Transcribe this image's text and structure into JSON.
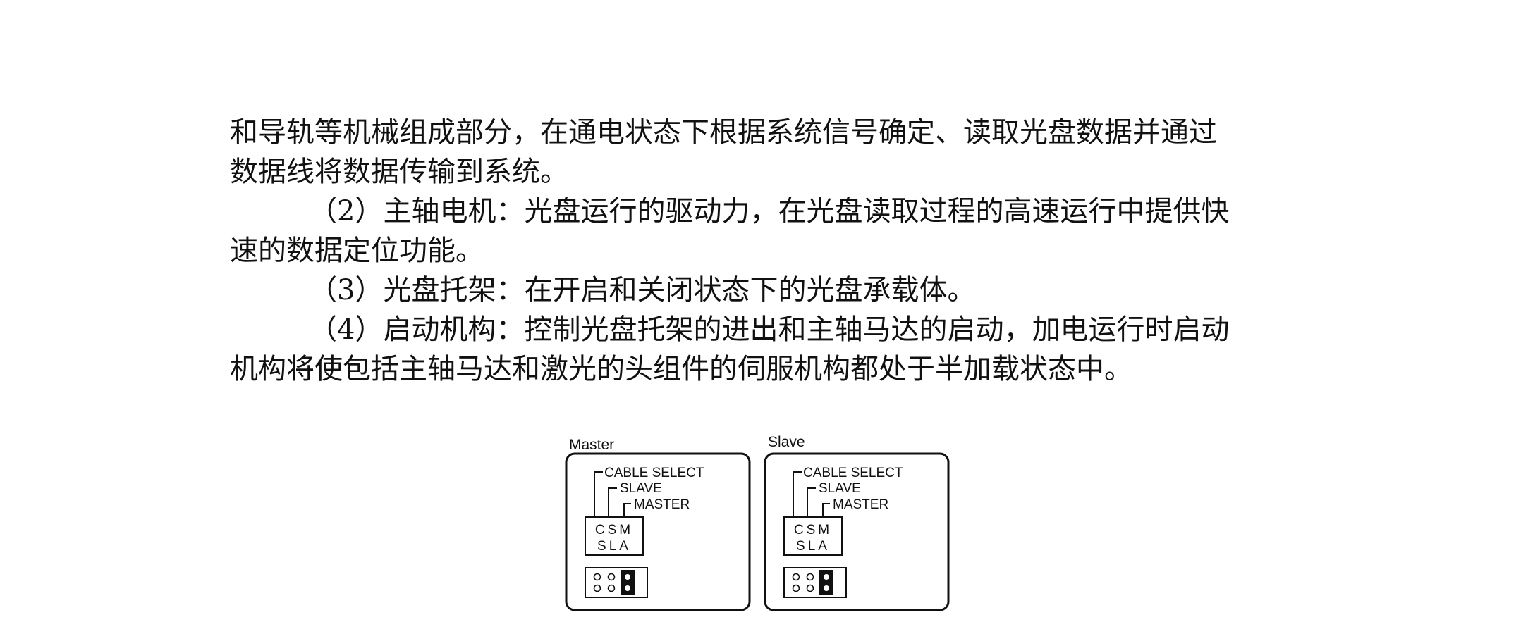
{
  "paragraphs": [
    {
      "lines": [
        "和导轨等机械组成部分，在通电状态下根据系统信号确定、读取光盘数据并通过",
        "数据线将数据传输到系统。"
      ]
    },
    {
      "lines": [
        "（2）主轴电机：光盘运行的驱动力，在光盘读取过程的高速运行中提供快",
        "速的数据定位功能。"
      ]
    },
    {
      "lines": [
        "（3）光盘托架：在开启和关闭状态下的光盘承载体。"
      ]
    },
    {
      "lines": [
        "（4）启动机构：控制光盘托架的进出和主轴马达的启动，加电运行时启动",
        "机构将使包括主轴马达和激光的头组件的伺服机构都处于半加载状态中。"
      ]
    }
  ],
  "figure": {
    "panels": [
      {
        "title": "Master",
        "options": [
          "CABLE SELECT",
          "SLAVE",
          "MASTER"
        ],
        "label_line1": "CSM",
        "label_line2": "SLA"
      },
      {
        "title": "Slave",
        "options": [
          "CABLE SELECT",
          "SLAVE",
          "MASTER"
        ],
        "label_line1": "CSM",
        "label_line2": "SLA"
      }
    ]
  }
}
